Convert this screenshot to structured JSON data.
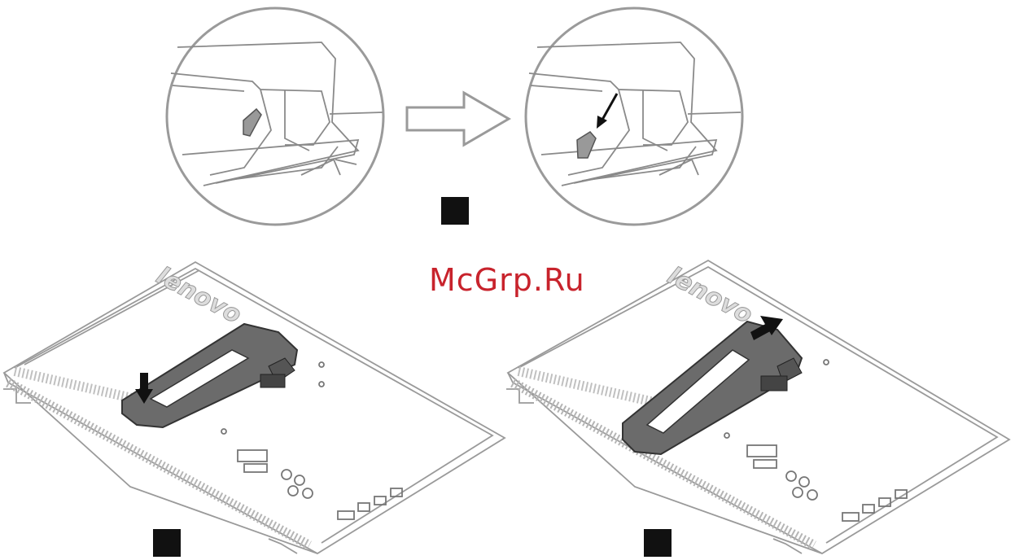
{
  "watermark": {
    "text": "McGrp.Ru",
    "color": "#c8232c"
  },
  "brand_logo": {
    "text": "lenovo"
  },
  "colors": {
    "line": "#8a8a8a",
    "dark": "#111111",
    "stand": "#6b6b6b",
    "detail": "#a9a9a9"
  },
  "icons": [
    "detail-circle-before",
    "detail-circle-after",
    "right-arrow-icon",
    "down-arrow-icon",
    "up-arrow-icon"
  ]
}
